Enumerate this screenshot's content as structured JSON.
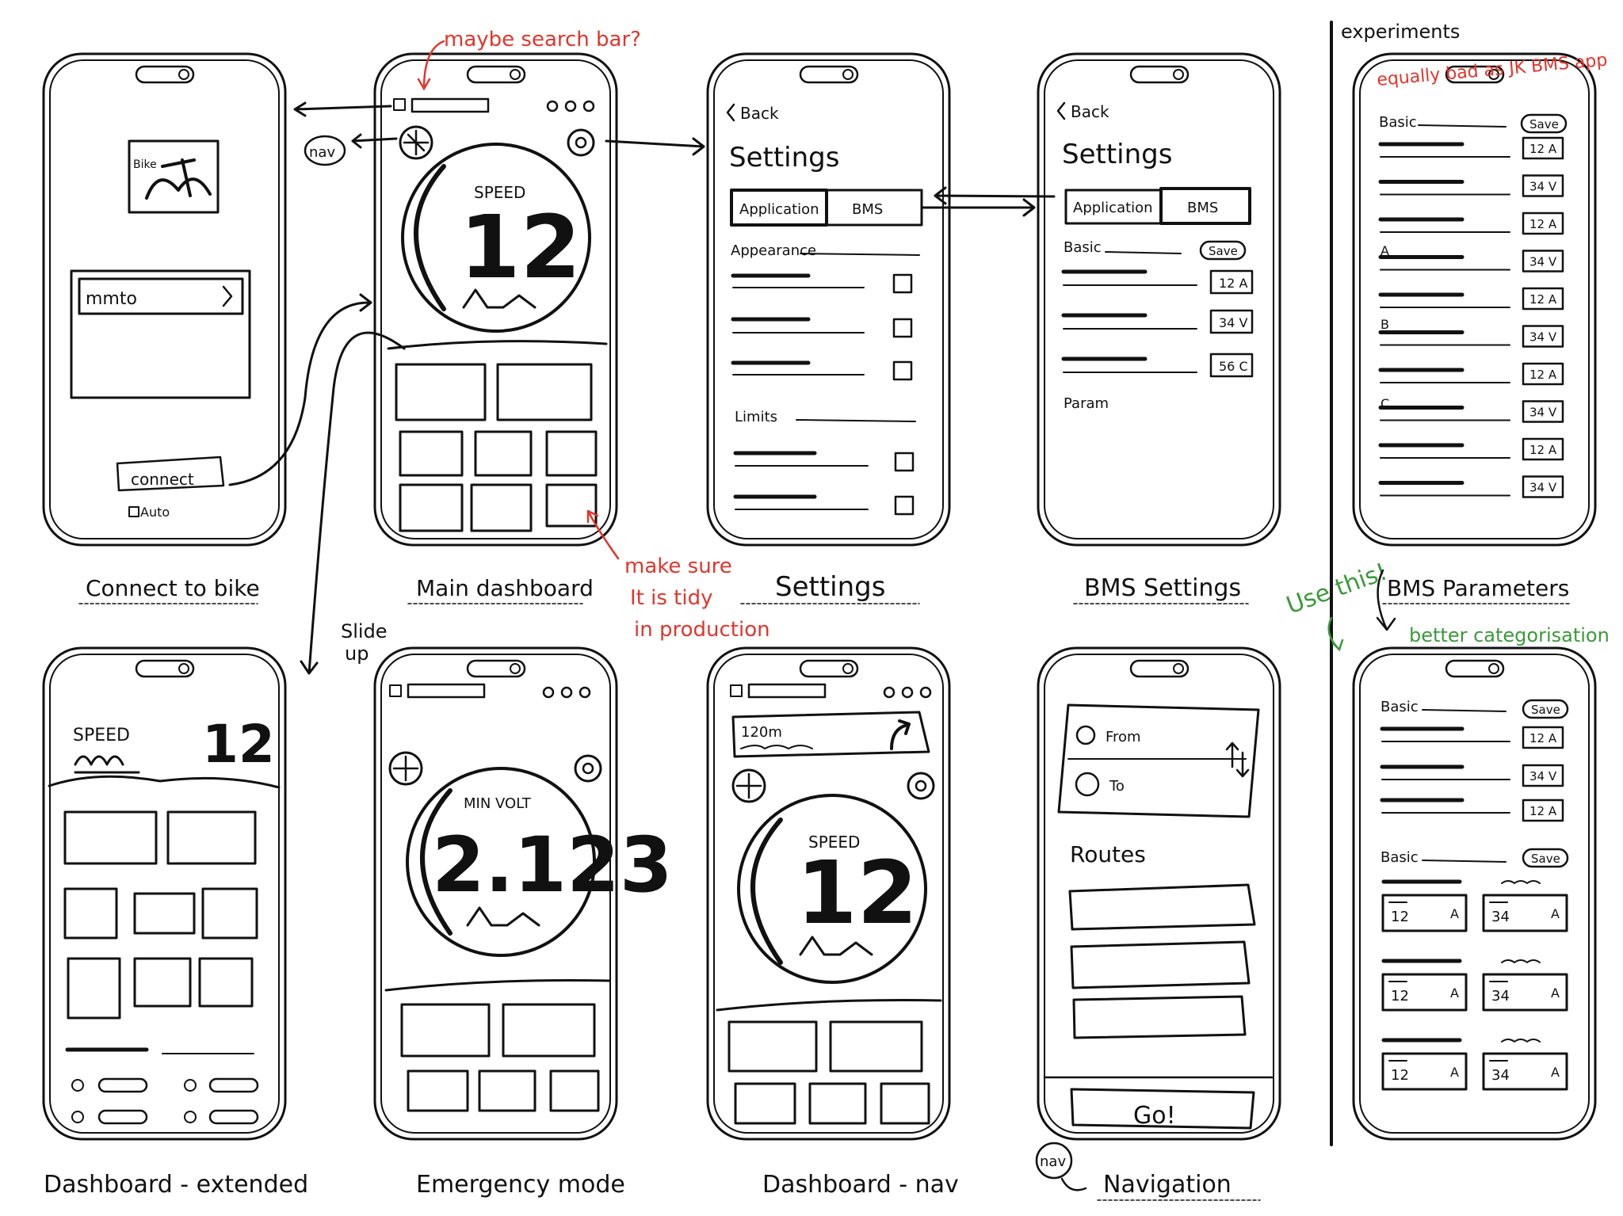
{
  "labels": {
    "connect_to_bike": "Connect to bike",
    "main_dashboard": "Main dashboard",
    "settings": "Settings",
    "bms_settings": "BMS Settings",
    "bms_parameters": "BMS Parameters",
    "dashboard_extended": "Dashboard - extended",
    "emergency_mode": "Emergency mode",
    "dashboard_nav": "Dashboard - nav",
    "navigation": "Navigation",
    "experiments": "experiments"
  },
  "annotations": {
    "maybe_search_bar": "maybe search bar?",
    "nav": "nav",
    "make_sure": "make sure",
    "it_is_tidy": "It is tidy",
    "in_production": "in production",
    "slide_up": "Slide",
    "slide_up_2": "up",
    "equally_bad": "equally bad as JK BMS app",
    "use_this": "Use this!",
    "better_categorisation": "better categorisation",
    "nav_circle": "nav"
  },
  "connect": {
    "bike_label": "Bike",
    "device_name": "mmto",
    "connect_button": "connect",
    "auto_checkbox": "Auto"
  },
  "dashboard": {
    "speed_label": "SPEED",
    "speed_value": "12"
  },
  "settings_screen": {
    "back": "Back",
    "title": "Settings",
    "tab_application": "Application",
    "tab_bms": "BMS",
    "section_appearance": "Appearance",
    "section_limits": "Limits"
  },
  "bms_settings_screen": {
    "back": "Back",
    "title": "Settings",
    "tab_application": "Application",
    "tab_bms": "BMS",
    "section_basic": "Basic",
    "save": "Save",
    "values": [
      "12 A",
      "34 V",
      "56 C"
    ],
    "section_params": "Param"
  },
  "bms_params_screen": {
    "section_basic": "Basic",
    "save": "Save",
    "values": [
      "12 A",
      "34 V",
      "12 A",
      "34 V",
      "12 A",
      "34 V",
      "12 A",
      "34 V",
      "12 A",
      "34 V"
    ],
    "letters": [
      "A",
      "B",
      "C"
    ]
  },
  "extended": {
    "speed_label": "SPEED",
    "speed_value": "12"
  },
  "emergency": {
    "label": "MIN VOLT",
    "value": "2.123"
  },
  "dashboard_nav_screen": {
    "distance": "120m",
    "speed_label": "SPEED",
    "speed_value": "12"
  },
  "navigation_screen": {
    "from": "From",
    "to": "To",
    "routes": "Routes",
    "go_button": "Go!"
  },
  "bms_better": {
    "section_basic": "Basic",
    "save": "Save",
    "values": [
      "12 A",
      "34 V",
      "12 A"
    ],
    "section_basic_2": "Basic",
    "save_2": "Save",
    "grid_values": [
      "12",
      "A",
      "34",
      "A",
      "12",
      "A",
      "34",
      "A",
      "12",
      "A",
      "34",
      "A"
    ]
  }
}
